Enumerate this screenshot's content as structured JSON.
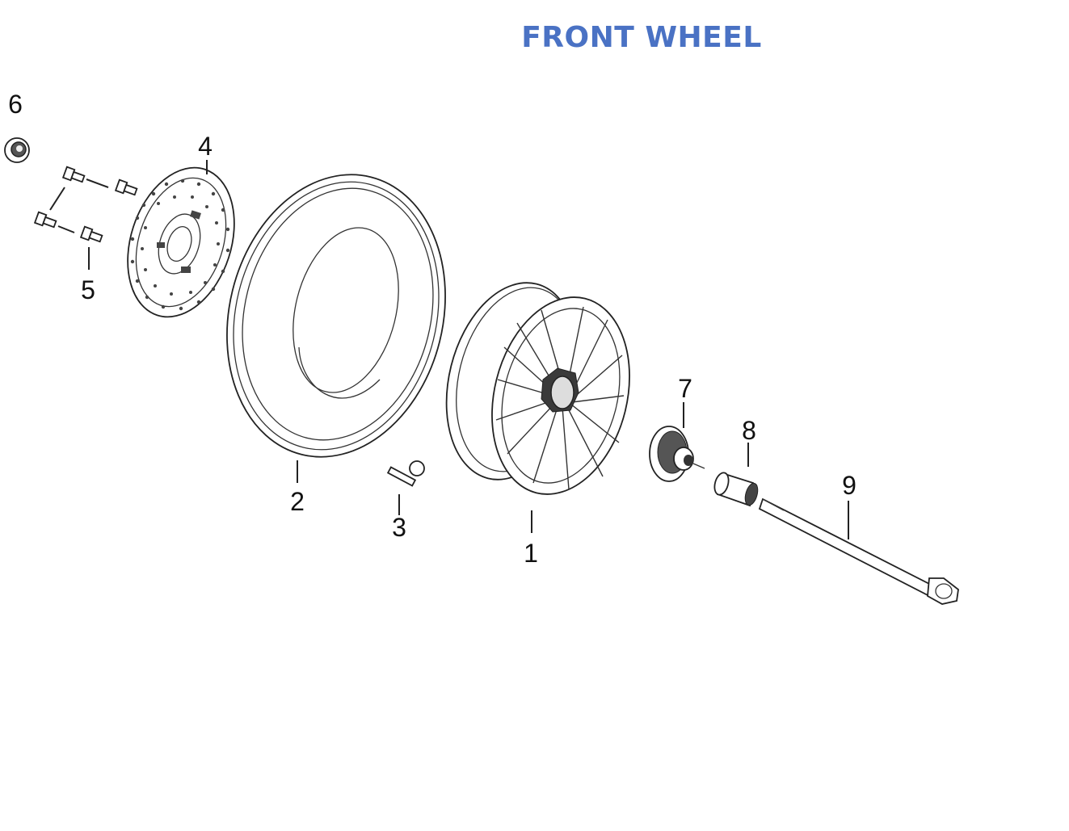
{
  "title": "FRONT WHEEL",
  "colors": {
    "title": "#4a72c4",
    "line": "#222222"
  },
  "parts": [
    {
      "number": "1",
      "part": "rim-wheel-icon"
    },
    {
      "number": "2",
      "part": "tire-icon"
    },
    {
      "number": "3",
      "part": "valve-icon"
    },
    {
      "number": "4",
      "part": "brake-disc-icon"
    },
    {
      "number": "5",
      "part": "disc-bolt-icon"
    },
    {
      "number": "6",
      "part": "axle-nut-icon"
    },
    {
      "number": "7",
      "part": "speedometer-gear-icon"
    },
    {
      "number": "8",
      "part": "spacer-collar-icon"
    },
    {
      "number": "9",
      "part": "front-axle-icon"
    }
  ]
}
